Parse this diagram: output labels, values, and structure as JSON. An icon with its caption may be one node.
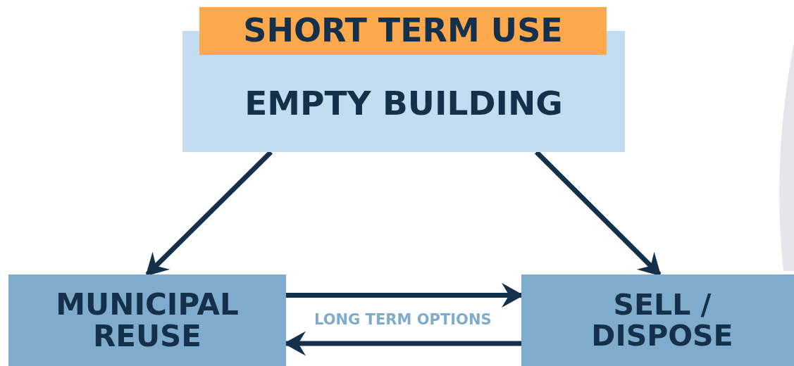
{
  "diagram": {
    "nodes": [
      {
        "text": [
          "SHORT TERM USE"
        ]
      },
      {
        "text": [
          "EMPTY BUILDING"
        ]
      },
      {
        "text": [
          "MUNICIPAL REUSE"
        ]
      },
      {
        "text": [
          "SELL / DISPOSE"
        ]
      }
    ],
    "edges": [
      {
        "from": 1,
        "to": 2,
        "arrow": "to"
      },
      {
        "from": 1,
        "to": 3,
        "arrow": "to"
      },
      {
        "from": 2,
        "to": 3,
        "arrow": "to"
      },
      {
        "from": 3,
        "to": 2,
        "arrow": "to"
      }
    ],
    "labels": [
      "LONG TERM OPTIONS"
    ]
  }
}
